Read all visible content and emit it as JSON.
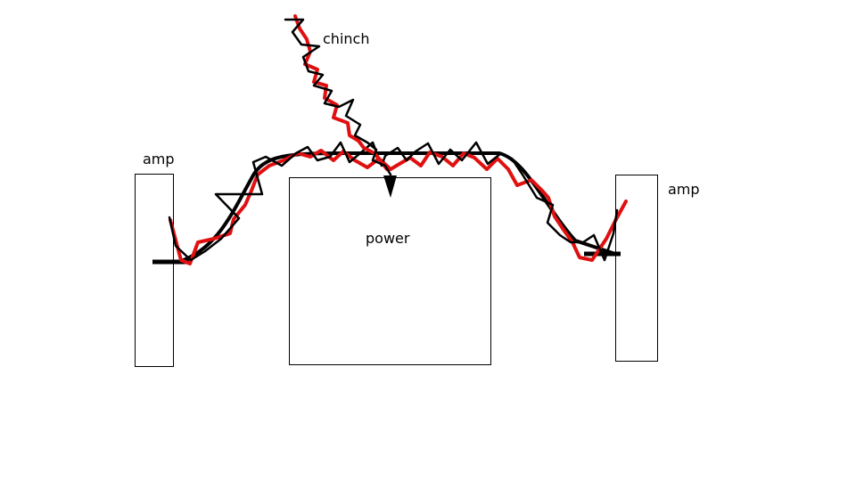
{
  "labels": {
    "amp_left": "amp",
    "amp_right": "amp",
    "power": "power",
    "chinch": "chinch"
  },
  "colors": {
    "wire_primary": "#e01010",
    "wire_secondary": "#000000",
    "background": "#ffffff"
  }
}
